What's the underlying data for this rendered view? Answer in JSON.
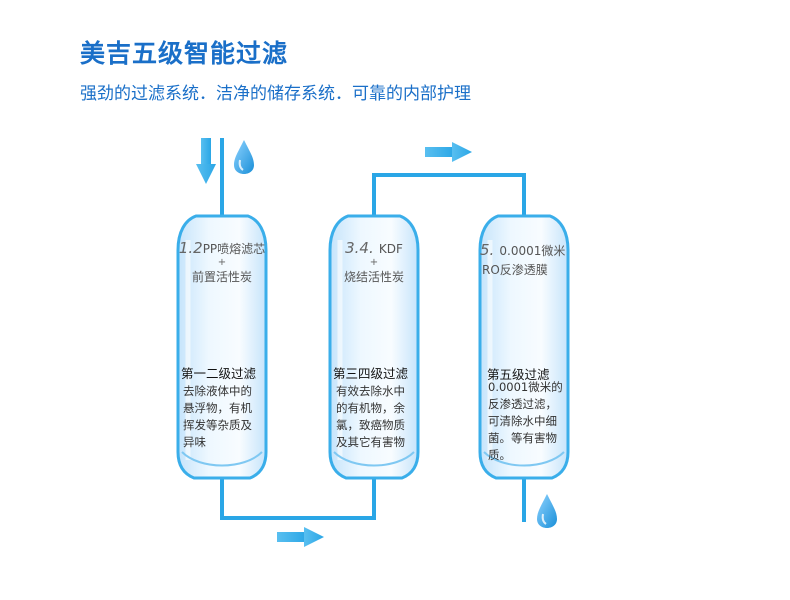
{
  "header": {
    "title": "美吉五级智能过滤",
    "subtitle": "强劲的过滤系统．洁净的储存系统．可靠的内部护理"
  },
  "filters": [
    {
      "number": "1.2",
      "name": "PP喷熔滤芯",
      "plus": "+",
      "sub": "前置活性炭",
      "stage": "第一二级过滤",
      "desc": "去除液体中的悬浮物，有机挥发等杂质及异味"
    },
    {
      "number": "3.4.",
      "name": "KDF",
      "plus": "+",
      "sub": "烧结活性炭",
      "stage": "第三四级过滤",
      "desc": "有效去除水中的有机物，余氯，致癌物质及其它有害物"
    },
    {
      "number": "5.",
      "name": "0.0001微米",
      "sub": "RO反渗透膜",
      "stage": "第五级过滤",
      "desc": "0.0001微米的反渗透过滤，可清除水中细菌。等有害物质。"
    }
  ],
  "colors": {
    "title": "#1a6fc8",
    "pipe": "#2aa6e6",
    "canister_fill": "#dcefff",
    "canister_border": "#3aaeea",
    "water_drop": "#34a9e8"
  },
  "icons": [
    "water-drop-icon",
    "arrow-down-icon",
    "arrow-right-icon"
  ]
}
